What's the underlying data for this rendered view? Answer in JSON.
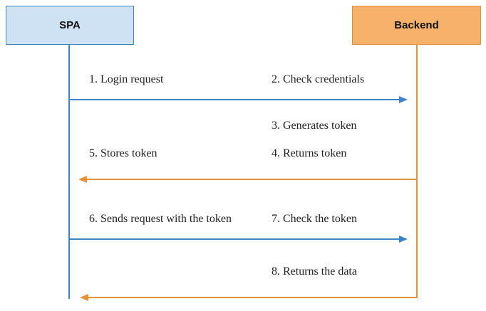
{
  "actors": {
    "spa": "SPA",
    "backend": "Backend"
  },
  "steps": [
    {
      "label": "1. Login request"
    },
    {
      "label": "2. Check credentials"
    },
    {
      "label": "3. Generates token"
    },
    {
      "label": "4. Returns token"
    },
    {
      "label": "5. Stores token"
    },
    {
      "label": "6. Sends request with the token"
    },
    {
      "label": "7. Check the token"
    },
    {
      "label": "8. Returns the data"
    }
  ],
  "colors": {
    "spa_line": "#3d85c6",
    "spa_fill": "#cfe2f3",
    "backend_line": "#e69138",
    "backend_fill": "#f6b26b"
  }
}
